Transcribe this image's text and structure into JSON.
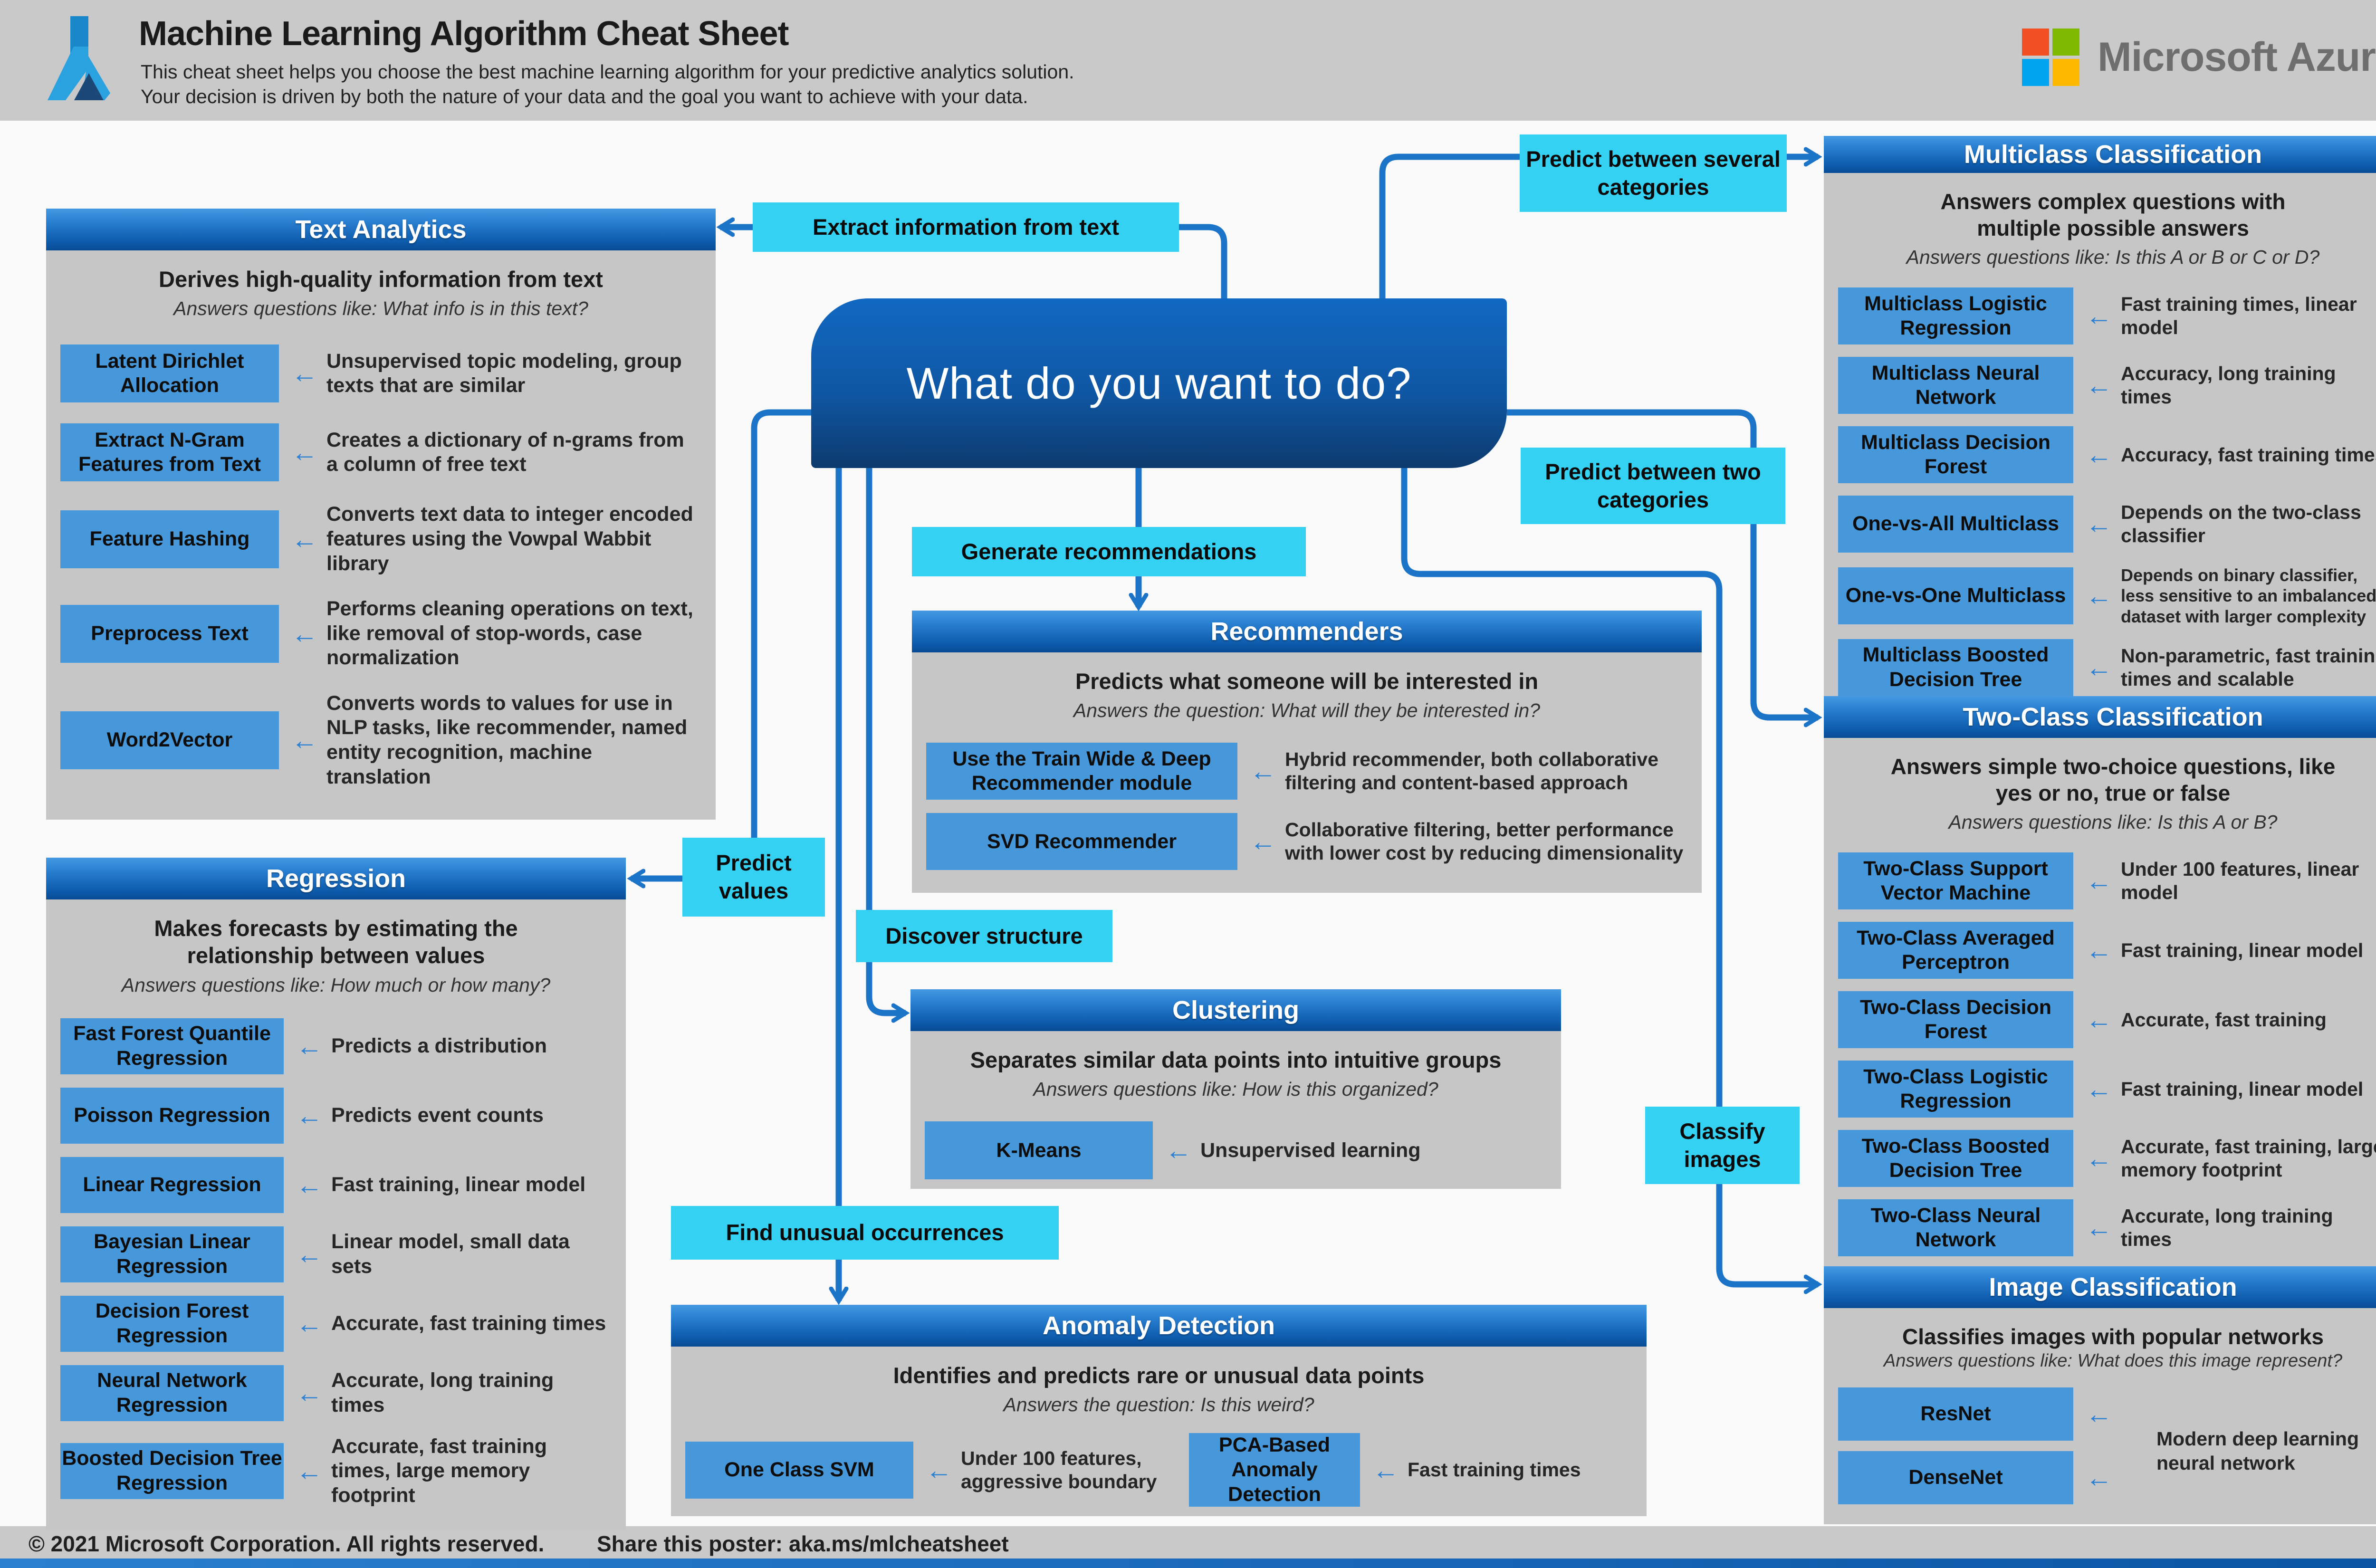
{
  "header": {
    "title": "Machine Learning Algorithm Cheat Sheet",
    "subtitle1": "This cheat sheet helps you choose the best machine learning algorithm for your predictive analytics solution.",
    "subtitle2": "Your decision is driven by both the nature of your data and the goal you want to achieve with your data.",
    "brand": "Microsoft Azure"
  },
  "center": {
    "question": "What do you want to do?"
  },
  "decision_labels": [
    {
      "id": "extract",
      "text": "Extract information from text"
    },
    {
      "id": "several",
      "text": "Predict between several categories"
    },
    {
      "id": "two",
      "text": "Predict between two categories"
    },
    {
      "id": "generate",
      "text": "Generate recommendations"
    },
    {
      "id": "discover",
      "text": "Discover structure"
    },
    {
      "id": "values",
      "text": "Predict values"
    },
    {
      "id": "unusual",
      "text": "Find unusual occurrences"
    },
    {
      "id": "classify",
      "text": "Classify images"
    }
  ],
  "panels": [
    {
      "id": "text-analytics",
      "title": "Text Analytics",
      "heading": "Derives high-quality information from text",
      "question": "Answers questions like: What info is in this text?",
      "items": [
        {
          "name": "Latent Dirichlet Allocation",
          "desc": "Unsupervised topic modeling, group texts that are similar"
        },
        {
          "name": "Extract N-Gram Features from Text",
          "desc": "Creates a dictionary of n-grams from a column of free text"
        },
        {
          "name": "Feature Hashing",
          "desc": "Converts text data to integer encoded features using the Vowpal Wabbit library"
        },
        {
          "name": "Preprocess Text",
          "desc": "Performs cleaning operations on text, like removal of stop-words, case normalization"
        },
        {
          "name": "Word2Vector",
          "desc": "Converts words to values for use in NLP tasks, like recommender, named entity recognition, machine translation"
        }
      ]
    },
    {
      "id": "regression",
      "title": "Regression",
      "heading": "Makes forecasts by estimating the relationship between values",
      "question": "Answers questions like: How much or how many?",
      "items": [
        {
          "name": "Fast Forest Quantile Regression",
          "desc": "Predicts a distribution"
        },
        {
          "name": "Poisson Regression",
          "desc": "Predicts event counts"
        },
        {
          "name": "Linear Regression",
          "desc": "Fast training, linear model"
        },
        {
          "name": "Bayesian Linear Regression",
          "desc": "Linear model, small data sets"
        },
        {
          "name": "Decision Forest Regression",
          "desc": "Accurate, fast training times"
        },
        {
          "name": "Neural Network Regression",
          "desc": "Accurate, long training times"
        },
        {
          "name": "Boosted Decision Tree Regression",
          "desc": "Accurate, fast training times, large memory footprint"
        }
      ]
    },
    {
      "id": "recommenders",
      "title": "Recommenders",
      "heading": "Predicts what someone will be interested in",
      "question": "Answers the question: What will they be interested in?",
      "items": [
        {
          "name": "Use the Train Wide & Deep Recommender module",
          "desc": "Hybrid recommender, both collaborative filtering and content-based approach"
        },
        {
          "name": "SVD Recommender",
          "desc": "Collaborative filtering, better performance with lower cost by reducing dimensionality"
        }
      ]
    },
    {
      "id": "clustering",
      "title": "Clustering",
      "heading": "Separates similar data points into intuitive groups",
      "question": "Answers questions like: How is this organized?",
      "items": [
        {
          "name": "K-Means",
          "desc": "Unsupervised learning"
        }
      ]
    },
    {
      "id": "anomaly-detection",
      "title": "Anomaly Detection",
      "heading": "Identifies and predicts rare or unusual data points",
      "question": "Answers the question: Is this weird?",
      "items": [
        {
          "name": "One Class SVM",
          "desc": "Under 100 features, aggressive boundary"
        },
        {
          "name": "PCA-Based Anomaly Detection",
          "desc": "Fast training times"
        }
      ]
    },
    {
      "id": "multiclass-classification",
      "title": "Multiclass Classification",
      "heading": "Answers complex questions with multiple possible answers",
      "question": "Answers questions like: Is this A or B or C or D?",
      "items": [
        {
          "name": "Multiclass Logistic Regression",
          "desc": "Fast training times, linear model"
        },
        {
          "name": "Multiclass Neural Network",
          "desc": "Accuracy, long training times"
        },
        {
          "name": "Multiclass Decision Forest",
          "desc": "Accuracy, fast training times"
        },
        {
          "name": "One-vs-All Multiclass",
          "desc": "Depends on the two-class classifier"
        },
        {
          "name": "One-vs-One Multiclass",
          "desc": "Depends on binary classifier, less sensitive to an imbalanced dataset with larger complexity"
        },
        {
          "name": "Multiclass Boosted Decision Tree",
          "desc": "Non-parametric, fast training times and scalable"
        }
      ]
    },
    {
      "id": "two-class-classification",
      "title": "Two-Class Classification",
      "heading": "Answers simple two-choice questions, like yes or no, true or false",
      "question": "Answers questions like: Is this A or B?",
      "items": [
        {
          "name": "Two-Class Support Vector Machine",
          "desc": "Under 100 features, linear model"
        },
        {
          "name": "Two-Class Averaged Perceptron",
          "desc": "Fast training, linear model"
        },
        {
          "name": "Two-Class Decision Forest",
          "desc": "Accurate, fast training"
        },
        {
          "name": "Two-Class Logistic Regression",
          "desc": "Fast training, linear model"
        },
        {
          "name": "Two-Class Boosted Decision Tree",
          "desc": "Accurate, fast training, large memory footprint"
        },
        {
          "name": "Two-Class Neural Network",
          "desc": "Accurate, long training times"
        }
      ]
    },
    {
      "id": "image-classification",
      "title": "Image Classification",
      "heading": "Classifies images with popular networks",
      "question": "Answers questions like: What does this image represent?",
      "items": [
        {
          "name": "ResNet"
        },
        {
          "name": "DenseNet"
        }
      ],
      "shared_desc": "Modern deep learning neural network"
    }
  ],
  "footer": {
    "copyright": "© 2021 Microsoft Corporation. All rights reserved.",
    "share": "Share this poster: aka.ms/mlcheatsheet"
  },
  "colors": {
    "connector": "#1b74c8",
    "cyan_label": "#35d1f2",
    "algorithm_chip": "#4798da",
    "panel_body_gray": "#c6c6c6",
    "header_gray": "#c9c9c9",
    "panel_bar_top": "#459ae2",
    "panel_bar_bottom": "#084b94",
    "center_top": "#1168c2",
    "center_bottom": "#0d3a6e",
    "ms_red": "#f25022",
    "ms_green": "#7fba00",
    "ms_blue": "#00a4ef",
    "ms_yellow": "#ffb900"
  }
}
